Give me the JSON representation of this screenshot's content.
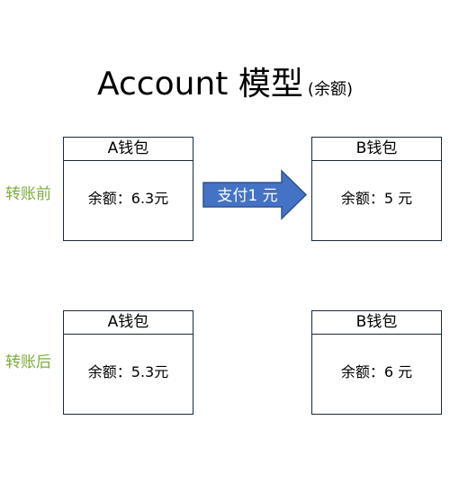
{
  "title": {
    "main": "Account 模型",
    "sub": "(余额)"
  },
  "rows": [
    {
      "label": "转账前",
      "wallet_a": {
        "name": "A钱包",
        "balance": "余额：6.3元"
      },
      "wallet_b": {
        "name": "B钱包",
        "balance": "余额：5 元"
      }
    },
    {
      "label": "转账后",
      "wallet_a": {
        "name": "A钱包",
        "balance": "余额：5.3元"
      },
      "wallet_b": {
        "name": "B钱包",
        "balance": "余额：6 元"
      }
    }
  ],
  "transfer": {
    "label": "支付1 元",
    "color": "#4472c4",
    "border_color": "#2f528f"
  },
  "colors": {
    "row_label": "#7cae3a",
    "box_border": "#1b2a3a"
  }
}
